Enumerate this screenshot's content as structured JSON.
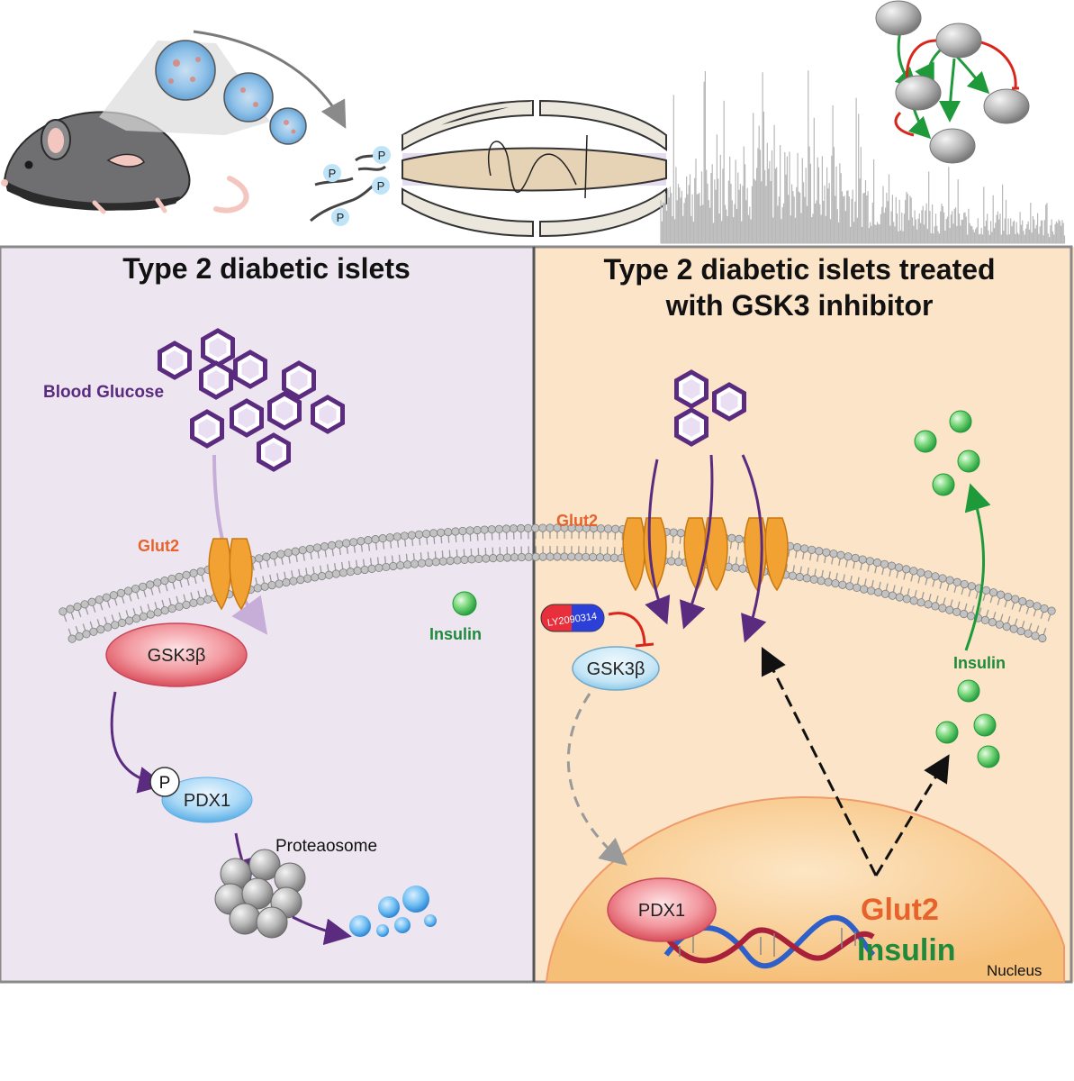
{
  "left_panel": {
    "title": "Type 2 diabetic  islets",
    "glucose_label": "Blood Glucose",
    "glut2_label": "Glut2",
    "insulin_label": "Insulin",
    "gsk3b_label": "GSK3β",
    "phospho_label": "P",
    "pdx1_label": "PDX1",
    "proteasome_label": "Proteaosome"
  },
  "right_panel": {
    "title_line1": "Type 2 diabetic  islets treated",
    "title_line2": "with GSK3 inhibitor",
    "glut2_label": "Glut2",
    "drug_label": "LY2090314",
    "gsk3b_label": "GSK3β",
    "insulin_label": "Insulin",
    "pdx1_label": "PDX1",
    "gene_glut2": "Glut2",
    "gene_insulin": "Insulin",
    "nucleus_label": "Nucleus"
  },
  "top_strip": {
    "phospho_labels": [
      "P",
      "P",
      "P",
      "P"
    ]
  },
  "colors": {
    "left_bg": "#ede6f0",
    "right_bg": "#fbe4c8",
    "purple": "#5b2b80",
    "glut2": "#f2a233",
    "glut2_text": "#e8622b",
    "insulin_green": "#1f8a3c",
    "gsk3b_red": "#e8717b",
    "pdx1_blue": "#6cb6e8",
    "nucleus": "#f9c98d"
  }
}
